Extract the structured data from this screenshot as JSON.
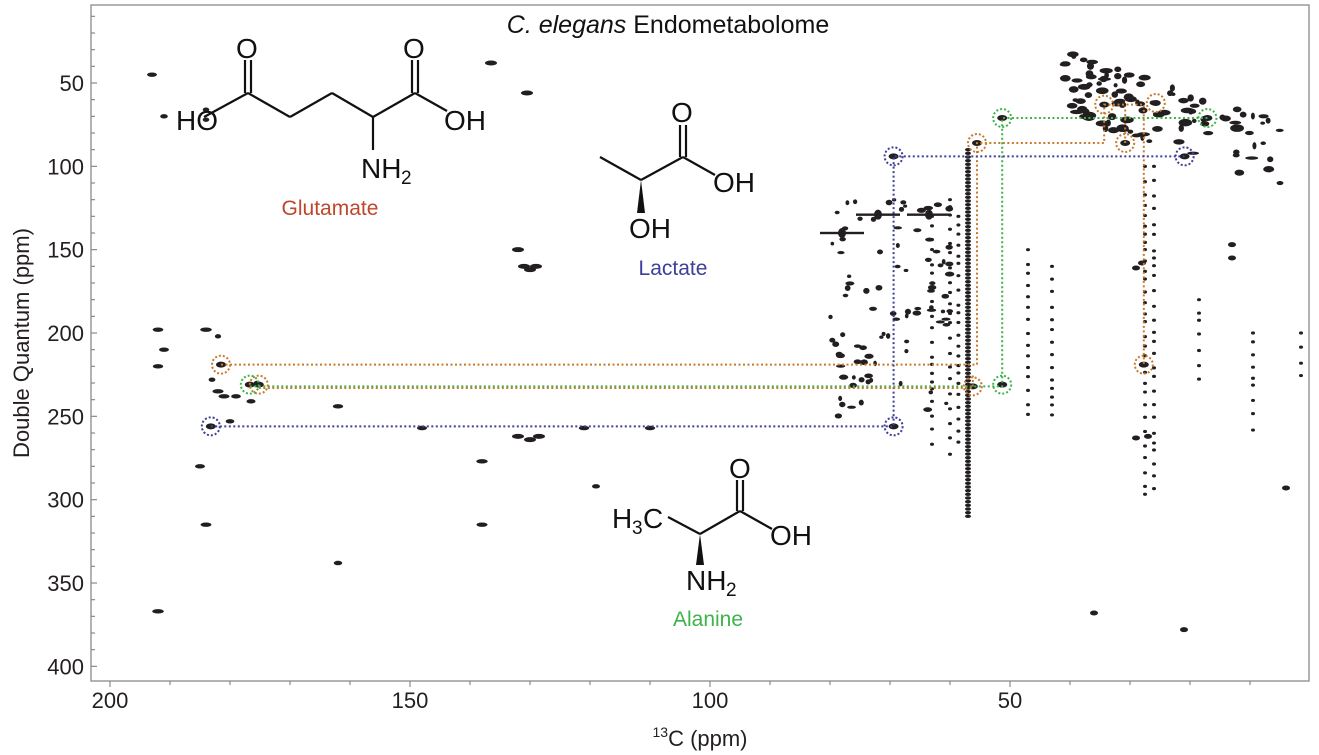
{
  "chart_data": {
    "type": "scatter",
    "title": "C. elegans Endometabolome",
    "title_italic_part": "C. elegans",
    "title_rest": " Endometabolome",
    "xlabel": "13C (ppm)",
    "xlabel_sup": "13",
    "xlabel_main": "C (ppm)",
    "ylabel": "Double Quantum (ppm)",
    "xlim": [
      203,
      0
    ],
    "ylim": [
      3,
      410
    ],
    "x_ticks": [
      200,
      150,
      100,
      50
    ],
    "y_ticks": [
      50,
      100,
      150,
      200,
      250,
      300,
      350,
      400
    ],
    "grid": false,
    "plot_subtype": "2D NMR INADEQUATE-style contour peak map",
    "annotations": [
      {
        "name": "Glutamate",
        "color": "#c0462a",
        "formula_groups": [
          "HO",
          "O",
          "O",
          "OH",
          "NH2"
        ]
      },
      {
        "name": "Lactate",
        "color": "#3d3f9a",
        "formula_groups": [
          "O",
          "OH",
          "OH"
        ]
      },
      {
        "name": "Alanine",
        "color": "#3cb44a",
        "formula_groups": [
          "H3C",
          "O",
          "OH",
          "NH2"
        ]
      }
    ],
    "connectivity_paths": [
      {
        "molecule": "Glutamate",
        "color": "#c97a2f",
        "peaks": [
          [
            181.5,
            219
          ],
          [
            55.5,
            219
          ],
          [
            55.5,
            86
          ],
          [
            34.3,
            86
          ],
          [
            34.3,
            63
          ],
          [
            27.7,
            63
          ],
          [
            27.7,
            219
          ]
        ],
        "carbons": {
          "C5": 181.5,
          "C1": 175.2,
          "C2": 55.5,
          "C4": 34.3,
          "C3": 27.7
        }
      },
      {
        "molecule": "Alanine",
        "color": "#3cb44a",
        "peaks": [
          [
            176.7,
            232
          ],
          [
            51.3,
            232
          ],
          [
            51.3,
            71
          ],
          [
            17.1,
            71
          ]
        ],
        "carbons": {
          "C1": 176.7,
          "C2": 51.3,
          "C3": 17.1
        }
      },
      {
        "molecule": "Lactate",
        "color": "#3d3f9a",
        "peaks": [
          [
            183.2,
            256
          ],
          [
            69.4,
            256
          ],
          [
            69.4,
            94
          ],
          [
            20.9,
            94
          ]
        ],
        "carbons": {
          "C1": 183.2,
          "C2": 69.4,
          "C3": 20.9
        }
      }
    ],
    "highlighted_peaks": [
      {
        "molecule": "Glutamate",
        "x": 181.5,
        "y": 219
      },
      {
        "molecule": "Glutamate",
        "x": 175.2,
        "y": 231
      },
      {
        "molecule": "Glutamate",
        "x": 55.5,
        "y": 86
      },
      {
        "molecule": "Glutamate",
        "x": 56.2,
        "y": 232
      },
      {
        "molecule": "Glutamate",
        "x": 27.7,
        "y": 219
      },
      {
        "molecule": "Glutamate",
        "x": 34.3,
        "y": 63
      },
      {
        "molecule": "Glutamate",
        "x": 30.8,
        "y": 86
      },
      {
        "molecule": "Glutamate",
        "x": 25.7,
        "y": 62
      },
      {
        "molecule": "Alanine",
        "x": 176.7,
        "y": 231
      },
      {
        "molecule": "Alanine",
        "x": 51.3,
        "y": 71
      },
      {
        "molecule": "Alanine",
        "x": 51.3,
        "y": 231
      },
      {
        "molecule": "Alanine",
        "x": 17.1,
        "y": 71
      },
      {
        "molecule": "Lactate",
        "x": 183.2,
        "y": 256
      },
      {
        "molecule": "Lactate",
        "x": 69.4,
        "y": 94
      },
      {
        "molecule": "Lactate",
        "x": 69.4,
        "y": 256
      },
      {
        "molecule": "Lactate",
        "x": 20.9,
        "y": 94
      }
    ],
    "peak_clusters": [
      {
        "region": "aliphatic diagonal",
        "x_range": [
          5,
          40
        ],
        "y_range": [
          30,
          95
        ]
      },
      {
        "region": "sugar/ring region",
        "x_range": [
          55,
          80
        ],
        "y_range": [
          100,
          260
        ]
      },
      {
        "region": "column at ~57 ppm (dense vertical streak)",
        "x_range": [
          56.5,
          57.5
        ],
        "y_range": [
          90,
          310
        ]
      },
      {
        "region": "aromatic",
        "x_range": [
          128,
          135
        ],
        "y_range": [
          148,
          266
        ]
      },
      {
        "region": "carbonyl",
        "x_range": [
          175,
          185
        ],
        "y_range": [
          195,
          245
        ]
      },
      {
        "region": "right columns",
        "x_range": [
          3,
          26
        ],
        "y_range": [
          150,
          265
        ]
      }
    ]
  },
  "colors": {
    "glutamate": "#c0462a",
    "glutamate_path": "#c97a2f",
    "lactate": "#3d3f9a",
    "alanine": "#3cb44a",
    "peaks": "#231f20",
    "axis": "#888888"
  }
}
